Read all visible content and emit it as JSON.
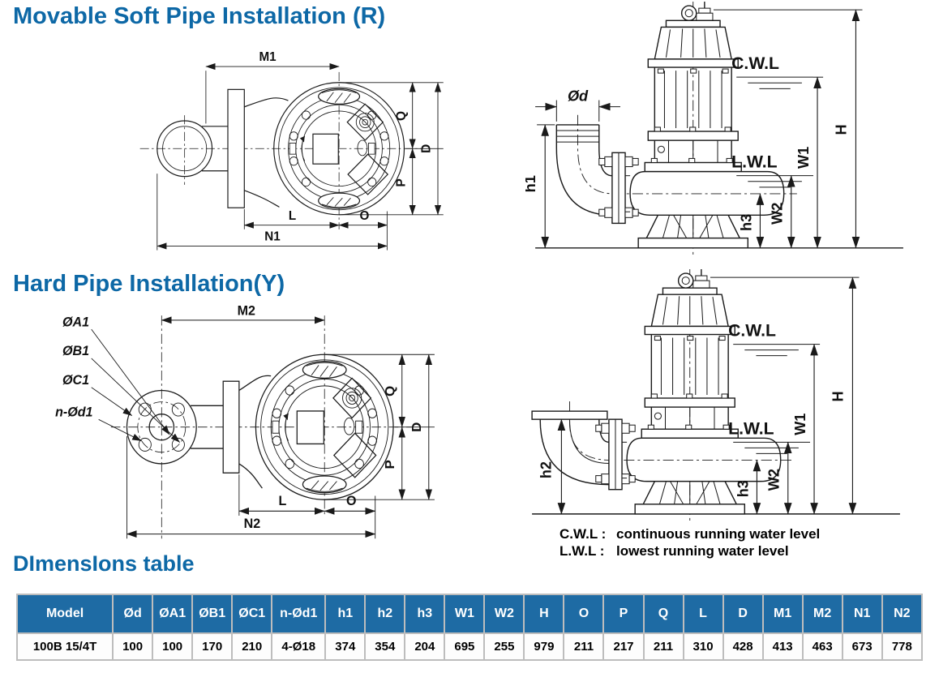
{
  "page": {
    "bg": "#ffffff",
    "accent": "#0d68a6",
    "line_color": "#1a1a1a"
  },
  "sections": {
    "soft_title": "Movable Soft Pipe Installation (R)",
    "hard_title": "Hard Pipe Installation(Y)",
    "table_title": "DImensIons table"
  },
  "legend": {
    "cwl_label": "C.W.L :",
    "cwl_text": "continuous running water level",
    "lwl_label": "L.W.L :",
    "lwl_text": "lowest running water level"
  },
  "diagrams": {
    "soft_top": {
      "m1": "M1",
      "q": "Q",
      "d": "D",
      "p": "P",
      "l": "L",
      "o": "O",
      "n1": "N1"
    },
    "soft_side": {
      "od": "Ød",
      "h1": "h1",
      "cwl": "C.W.L",
      "lwl": "L.W.L",
      "w1": "W1",
      "w2": "W2",
      "h3": "h3",
      "h": "H"
    },
    "hard_top": {
      "oa1": "ØA1",
      "ob1": "ØB1",
      "oc1": "ØC1",
      "nod1": "n-Ød1",
      "m2": "M2",
      "q": "Q",
      "d": "D",
      "p": "P",
      "l": "L",
      "o": "O",
      "n2": "N2"
    },
    "hard_side": {
      "h2": "h2",
      "cwl": "C.W.L",
      "lwl": "L.W.L",
      "w1": "W1",
      "w2": "W2",
      "h3": "h3",
      "h": "H"
    }
  },
  "table": {
    "header_bg": "#1e6ba4",
    "border_color": "#bdbdbd",
    "headers": [
      "Model",
      "Ød",
      "ØA1",
      "ØB1",
      "ØC1",
      "n-Ød1",
      "h1",
      "h2",
      "h3",
      "W1",
      "W2",
      "H",
      "O",
      "P",
      "Q",
      "L",
      "D",
      "M1",
      "M2",
      "N1",
      "N2"
    ],
    "rows": [
      [
        "100B 15/4T",
        "100",
        "100",
        "170",
        "210",
        "4-Ø18",
        "374",
        "354",
        "204",
        "695",
        "255",
        "979",
        "211",
        "217",
        "211",
        "310",
        "428",
        "413",
        "463",
        "673",
        "778"
      ]
    ]
  }
}
